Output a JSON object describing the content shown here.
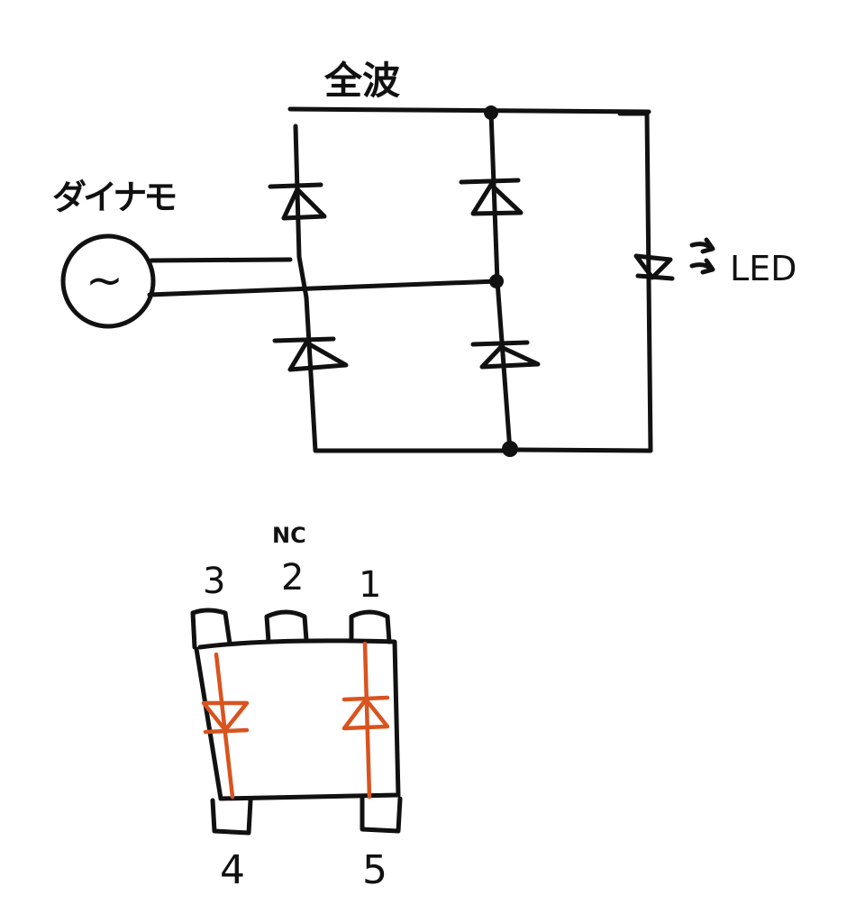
{
  "circuit": {
    "title": "全波",
    "source_label": "ダイナモ",
    "source_symbol": "~",
    "load_label": "LED"
  },
  "package": {
    "nc_label": "NC",
    "pins": [
      "3",
      "2",
      "1",
      "4",
      "5"
    ]
  },
  "colors": {
    "ink": "#111111",
    "diode_internal": "#d9531e"
  }
}
